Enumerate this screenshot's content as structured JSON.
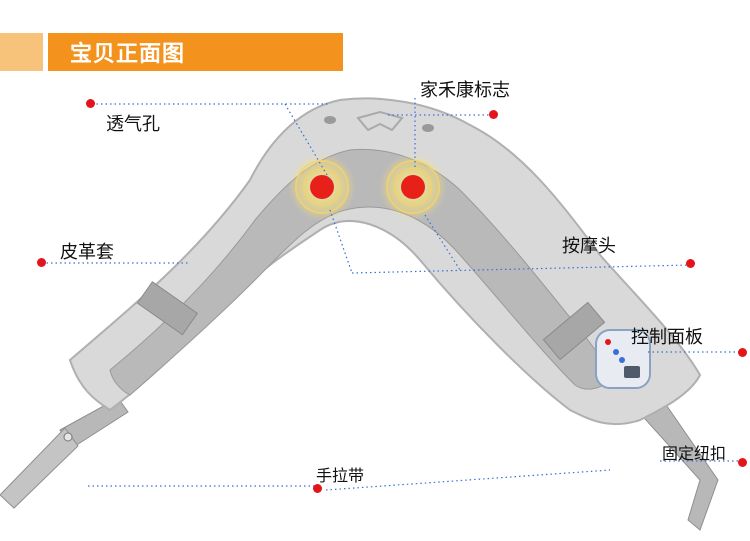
{
  "banner": {
    "title": "宝贝正面图"
  },
  "callouts": {
    "vent": "透气孔",
    "logo": "家禾康标志",
    "cover": "皮革套",
    "head": "按摩头",
    "panel": "控制面板",
    "button": "固定纽扣",
    "strap": "手拉带"
  },
  "colors": {
    "banner_light": "#f7c27a",
    "banner_main": "#f4921e",
    "dot": "#e3141c",
    "leader": "#3a6fd8",
    "product_light": "#d9d9d9",
    "product_dark": "#a9a9a9",
    "massage_head": "#e8201a"
  }
}
